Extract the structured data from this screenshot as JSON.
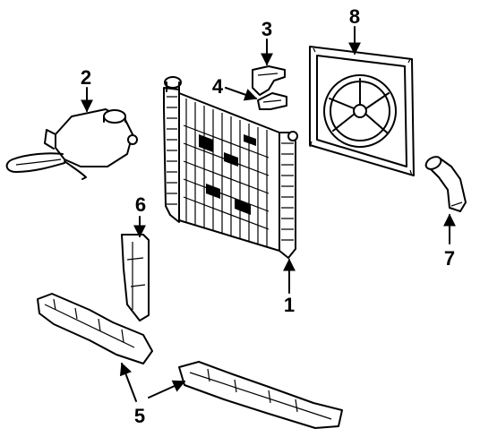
{
  "diagram": {
    "callouts": [
      {
        "id": "1",
        "label": "1"
      },
      {
        "id": "2",
        "label": "2"
      },
      {
        "id": "3",
        "label": "3"
      },
      {
        "id": "4",
        "label": "4"
      },
      {
        "id": "5",
        "label": "5"
      },
      {
        "id": "6",
        "label": "6"
      },
      {
        "id": "7",
        "label": "7"
      },
      {
        "id": "8",
        "label": "8"
      }
    ],
    "parts": [
      "radiator",
      "coolant-reservoir",
      "upper-insulator",
      "lower-insulator",
      "lower-support-brackets",
      "side-baffle",
      "lower-hose",
      "fan-shroud"
    ]
  }
}
